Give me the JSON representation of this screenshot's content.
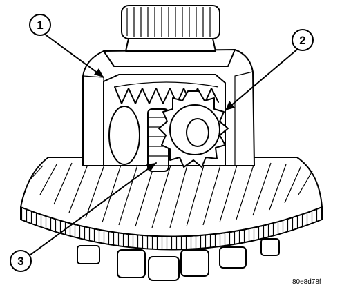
{
  "callouts": [
    {
      "label": "1"
    },
    {
      "label": "2"
    },
    {
      "label": "3"
    }
  ],
  "figure_id": "80e8d78f"
}
